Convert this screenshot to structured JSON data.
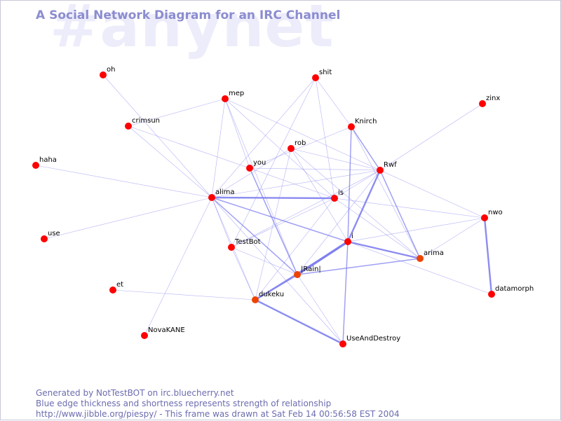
{
  "watermark": "#anynet",
  "title": "A Social Network Diagram for an IRC Channel",
  "colors": {
    "node_default": "#ff0000",
    "node_warm": "#ee4400",
    "edge": "#8080f0",
    "title": "#8c8cd0",
    "watermark": "#ececfb",
    "footer": "#6c6cb0"
  },
  "nodes": [
    {
      "id": "oh",
      "label": "oh",
      "color": "red"
    },
    {
      "id": "mep",
      "label": "mep",
      "color": "red"
    },
    {
      "id": "shit",
      "label": "shit",
      "color": "red"
    },
    {
      "id": "zinx",
      "label": "zinx",
      "color": "red"
    },
    {
      "id": "crimsun",
      "label": "crimsun",
      "color": "red"
    },
    {
      "id": "Knirch",
      "label": "Knirch",
      "color": "red"
    },
    {
      "id": "rob",
      "label": "rob",
      "color": "red"
    },
    {
      "id": "haha",
      "label": "haha",
      "color": "red"
    },
    {
      "id": "you",
      "label": "you",
      "color": "red"
    },
    {
      "id": "Rwf",
      "label": "Rwf",
      "color": "red"
    },
    {
      "id": "alima",
      "label": "alima",
      "color": "red"
    },
    {
      "id": "is",
      "label": "is",
      "color": "red"
    },
    {
      "id": "nwo",
      "label": "nwo",
      "color": "red"
    },
    {
      "id": "use",
      "label": "use",
      "color": "red"
    },
    {
      "id": "i",
      "label": "i",
      "color": "red"
    },
    {
      "id": "TestBot",
      "label": "TestBot",
      "color": "red"
    },
    {
      "id": "arima",
      "label": "arima",
      "color": "warm"
    },
    {
      "id": "Rain",
      "label": "|Rain|",
      "color": "warm"
    },
    {
      "id": "et",
      "label": "et",
      "color": "red"
    },
    {
      "id": "datamorph",
      "label": "datamorph",
      "color": "red"
    },
    {
      "id": "dukeku",
      "label": "dukeku",
      "color": "warm"
    },
    {
      "id": "NovaKANE",
      "label": "NovaKANE",
      "color": "red"
    },
    {
      "id": "UseAndDestroy",
      "label": "UseAndDestroy",
      "color": "red"
    }
  ],
  "edges": [
    {
      "from": "oh",
      "to": "alima",
      "weight": 1
    },
    {
      "from": "crimsun",
      "to": "alima",
      "weight": 1
    },
    {
      "from": "crimsun",
      "to": "you",
      "weight": 1
    },
    {
      "from": "haha",
      "to": "alima",
      "weight": 1
    },
    {
      "from": "use",
      "to": "alima",
      "weight": 1
    },
    {
      "from": "et",
      "to": "dukeku",
      "weight": 1
    },
    {
      "from": "NovaKANE",
      "to": "alima",
      "weight": 1
    },
    {
      "from": "mep",
      "to": "alima",
      "weight": 1
    },
    {
      "from": "mep",
      "to": "you",
      "weight": 1
    },
    {
      "from": "mep",
      "to": "is",
      "weight": 1
    },
    {
      "from": "mep",
      "to": "Rwf",
      "weight": 1
    },
    {
      "from": "mep",
      "to": "Rain",
      "weight": 1
    },
    {
      "from": "mep",
      "to": "crimsun",
      "weight": 1
    },
    {
      "from": "shit",
      "to": "alima",
      "weight": 1
    },
    {
      "from": "shit",
      "to": "Knirch",
      "weight": 1
    },
    {
      "from": "shit",
      "to": "TestBot",
      "weight": 1
    },
    {
      "from": "shit",
      "to": "is",
      "weight": 1
    },
    {
      "from": "zinx",
      "to": "Rwf",
      "weight": 1
    },
    {
      "from": "Knirch",
      "to": "Rwf",
      "weight": 2
    },
    {
      "from": "Knirch",
      "to": "i",
      "weight": 2
    },
    {
      "from": "Knirch",
      "to": "arima",
      "weight": 1
    },
    {
      "from": "Knirch",
      "to": "you",
      "weight": 1
    },
    {
      "from": "rob",
      "to": "alima",
      "weight": 1
    },
    {
      "from": "rob",
      "to": "Rwf",
      "weight": 1
    },
    {
      "from": "rob",
      "to": "i",
      "weight": 1
    },
    {
      "from": "rob",
      "to": "dukeku",
      "weight": 1
    },
    {
      "from": "rob",
      "to": "arima",
      "weight": 1
    },
    {
      "from": "you",
      "to": "Rwf",
      "weight": 1
    },
    {
      "from": "you",
      "to": "Rain",
      "weight": 2
    },
    {
      "from": "you",
      "to": "is",
      "weight": 1
    },
    {
      "from": "alima",
      "to": "Rwf",
      "weight": 1
    },
    {
      "from": "alima",
      "to": "is",
      "weight": 3
    },
    {
      "from": "alima",
      "to": "i",
      "weight": 2
    },
    {
      "from": "alima",
      "to": "TestBot",
      "weight": 1
    },
    {
      "from": "alima",
      "to": "Rain",
      "weight": 2
    },
    {
      "from": "alima",
      "to": "dukeku",
      "weight": 1
    },
    {
      "from": "alima",
      "to": "UseAndDestroy",
      "weight": 1
    },
    {
      "from": "Rwf",
      "to": "is",
      "weight": 1
    },
    {
      "from": "Rwf",
      "to": "i",
      "weight": 3
    },
    {
      "from": "Rwf",
      "to": "arima",
      "weight": 2
    },
    {
      "from": "Rwf",
      "to": "nwo",
      "weight": 1
    },
    {
      "from": "Rwf",
      "to": "TestBot",
      "weight": 1
    },
    {
      "from": "Rwf",
      "to": "Rain",
      "weight": 1
    },
    {
      "from": "is",
      "to": "nwo",
      "weight": 1
    },
    {
      "from": "is",
      "to": "arima",
      "weight": 1
    },
    {
      "from": "is",
      "to": "TestBot",
      "weight": 1
    },
    {
      "from": "is",
      "to": "dukeku",
      "weight": 1
    },
    {
      "from": "i",
      "to": "Rain",
      "weight": 4
    },
    {
      "from": "i",
      "to": "arima",
      "weight": 3
    },
    {
      "from": "i",
      "to": "UseAndDestroy",
      "weight": 2
    },
    {
      "from": "i",
      "to": "datamorph",
      "weight": 1
    },
    {
      "from": "i",
      "to": "nwo",
      "weight": 1
    },
    {
      "from": "i",
      "to": "dukeku",
      "weight": 2
    },
    {
      "from": "nwo",
      "to": "datamorph",
      "weight": 3
    },
    {
      "from": "nwo",
      "to": "arima",
      "weight": 1
    },
    {
      "from": "TestBot",
      "to": "Rain",
      "weight": 1
    },
    {
      "from": "TestBot",
      "to": "dukeku",
      "weight": 1
    },
    {
      "from": "arima",
      "to": "Rain",
      "weight": 2
    },
    {
      "from": "Rain",
      "to": "dukeku",
      "weight": 3
    },
    {
      "from": "Rain",
      "to": "UseAndDestroy",
      "weight": 1
    },
    {
      "from": "dukeku",
      "to": "UseAndDestroy",
      "weight": 3
    }
  ],
  "footer": {
    "line1": "Generated by NotTestBOT on irc.bluecherry.net",
    "line2": "Blue edge thickness and shortness represents strength of relationship",
    "line3": "http://www.jibble.org/piespy/ - This frame was drawn at Sat Feb 14 00:56:58 EST 2004"
  }
}
